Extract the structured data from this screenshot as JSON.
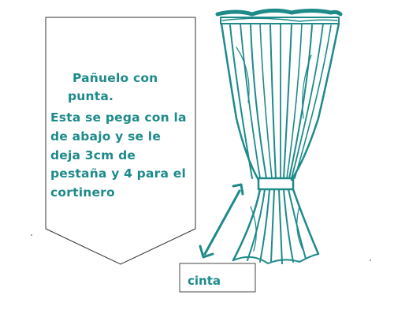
{
  "note": {
    "lines": [
      "Pañuelo con",
      "punta.",
      "Esta se pega con la",
      "de abajo y se le",
      "deja 3cm de",
      "pestaña y 4 para el",
      "cortinero"
    ]
  },
  "label": {
    "text": "cinta"
  },
  "colors": {
    "ink": "#1e8a8a",
    "paper": "#ffffff"
  }
}
